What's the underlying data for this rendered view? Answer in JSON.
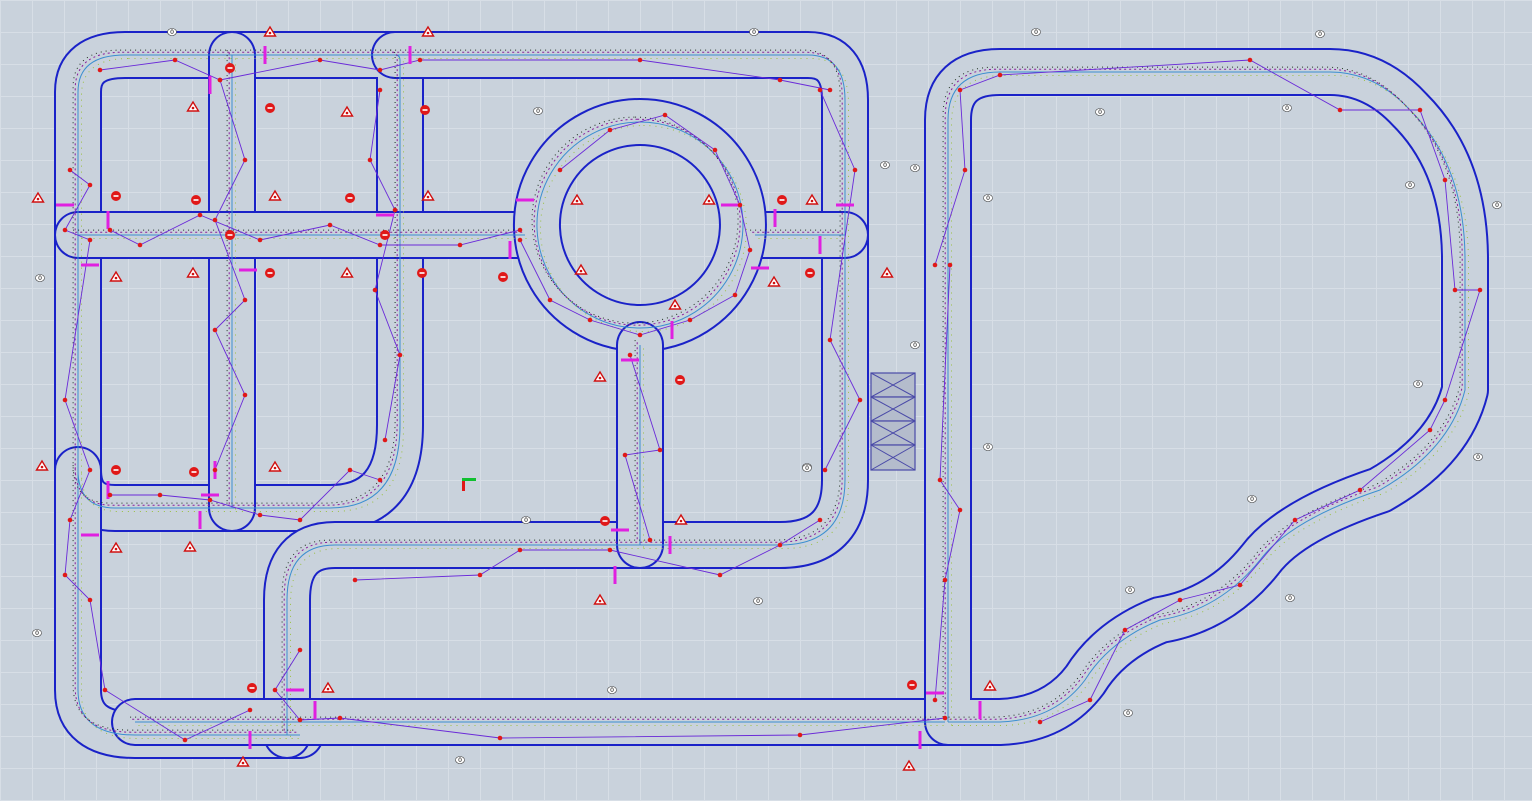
{
  "diagram": {
    "colors": {
      "background": "#c9d2dc",
      "road_edge": "#1a22c8",
      "mesh": "#6a2ad8",
      "node": "#e01818",
      "stop_marker": "#e020e0",
      "sign_border": "#d01010"
    },
    "labels": [
      "0",
      "0",
      "0",
      "0",
      "0",
      "0",
      "0",
      "0",
      "0",
      "0",
      "0",
      "0",
      "0",
      "0",
      "0",
      "0",
      "0",
      "0",
      "0",
      "0",
      "0",
      "0",
      "0",
      "0",
      "0",
      "0",
      "0",
      "0"
    ],
    "icons": [
      "warning-triangle-icon",
      "traffic-signal-icon",
      "origin-axis-icon",
      "depot-icon"
    ]
  }
}
